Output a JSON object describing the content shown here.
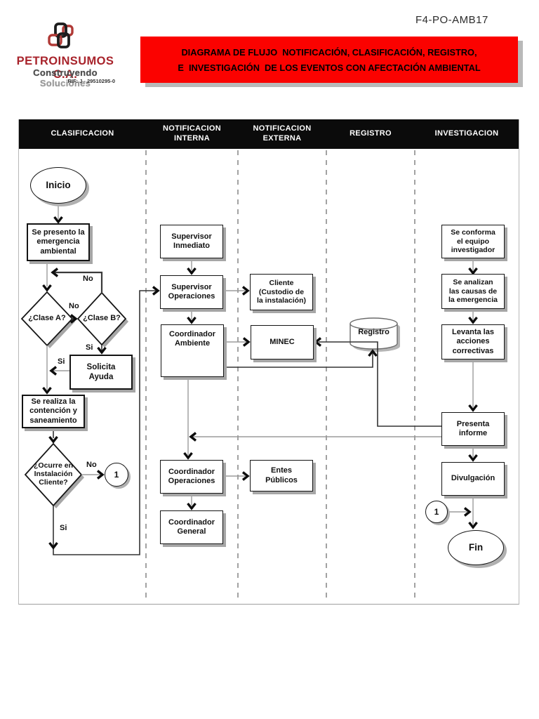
{
  "page": {
    "code": "F4-PO-AMB17"
  },
  "logo": {
    "company": "PETROINSUMOS C.A.",
    "tagline_word1": "Construyendo",
    "tagline_word2": "Soluciones",
    "rif": "RIF: J - 29510295-0"
  },
  "banner": {
    "line1": "DIAGRAMA DE FLUJO  NOTIFICACIÓN, CLASIFICACIÓN, REGISTRO,",
    "line2": "E  INVESTIGACIÓN  DE LOS EVENTOS CON AFECTACIÓN AMBIENTAL"
  },
  "columns": {
    "c1": "CLASIFICACION",
    "c2": "NOTIFICACION\nINTERNA",
    "c3": "NOTIFICACION\nEXTERNA",
    "c4": "REGISTRO",
    "c5": "INVESTIGACION"
  },
  "nodes": {
    "inicio": "Inicio",
    "presento": "Se presento la\nemergencia\nambiental",
    "clase_a": "¿Clase A?",
    "clase_b": "¿Clase B?",
    "solicita": "Solicita\nAyuda",
    "contencion": "Se realiza la\ncontención y\nsaneamiento",
    "ocurre": "¿Ocurre en\nInstalación\nCliente?",
    "sup_inmediato": "Supervisor\nInmediato",
    "sup_operaciones": "Supervisor\nOperaciones",
    "coord_ambiente": "Coordinador\nAmbiente",
    "coord_operaciones": "Coordinador\nOperaciones",
    "coord_general": "Coordinador\nGeneral",
    "cliente": "Cliente\n(Custodio de\nla instalación)",
    "minec": "MINEC",
    "entes": "Entes\nPúblicos",
    "registro": "Registro",
    "conforma": "Se conforma\nel equipo\ninvestigador",
    "analizan": "Se analizan\nlas causas de\nla emergencia",
    "levanta": "Levanta las\nacciones\ncorrectivas",
    "presenta": "Presenta\ninforme",
    "divulgacion": "Divulgación",
    "fin": "Fin"
  },
  "edge_labels": {
    "si": "Si",
    "no": "No",
    "one": "1"
  },
  "colors": {
    "banner_red": "#fb0200",
    "brand_red": "#a8232b",
    "header_black": "#0b0b0b",
    "shadow_gray": "#a6a6a6"
  }
}
